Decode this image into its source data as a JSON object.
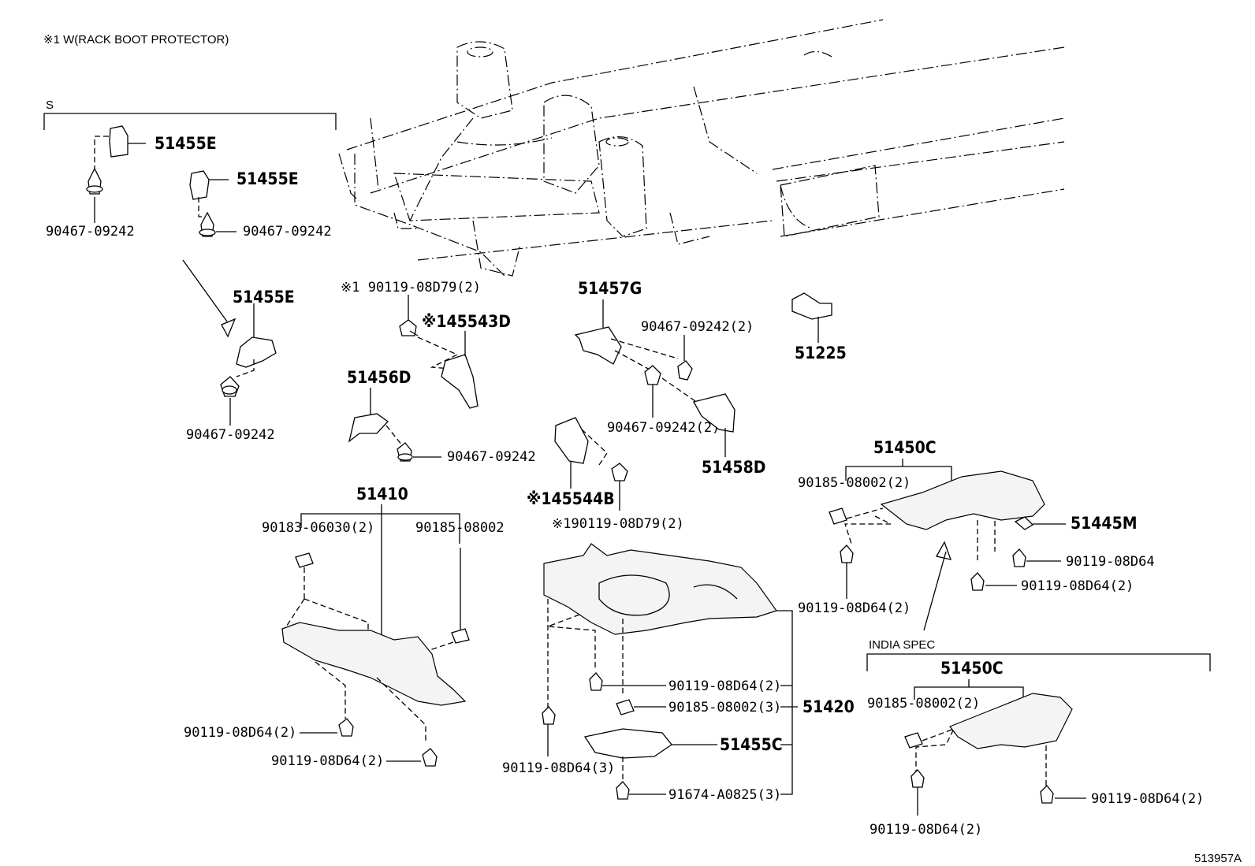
{
  "header": {
    "note": "※1 W(RACK BOOT PROTECTOR)"
  },
  "groups": {
    "s": "S",
    "india": "INDIA SPEC"
  },
  "labels": {
    "p51455E_a": "51455E",
    "p90467_a": "90467-09242",
    "p51455E_b": "51455E",
    "p90467_b": "90467-09242",
    "p51455E_c": "51455E",
    "p90467_c": "90467-09242",
    "p90119_D79_a": "※1 90119-08D79(2)",
    "p45543D": "※145543D",
    "p51456D": "51456D",
    "p90467_d": "90467-09242",
    "p51457G": "51457G",
    "p90467_e": "90467-09242(2)",
    "p90467_f": "90467-09242(2)",
    "p51458D": "51458D",
    "p51225": "51225",
    "p45544B": "※145544B",
    "p90119_D79_b": "※190119-08D79(2)",
    "p51410": "51410",
    "p90183": "90183-06030(2)",
    "p90185_a": "90185-08002",
    "p90119_a": "90119-08D64(2)",
    "p90119_b": "90119-08D64(2)",
    "p51450C_a": "51450C",
    "p90185_b": "90185-08002(2)",
    "p51445M": "51445M",
    "p90119_c": "90119-08D64",
    "p90119_d": "90119-08D64(2)",
    "p90119_e": "90119-08D64(2)",
    "p90119_f": "90119-08D64(2)",
    "p90185_c": "90185-08002(3)",
    "p51420": "51420",
    "p51455C": "51455C",
    "p90119_g": "90119-08D64(3)",
    "p91674": "91674-A0825(3)",
    "p51450C_b": "51450C",
    "p90185_d": "90185-08002(2)",
    "p90119_h": "90119-08D64(2)",
    "p90119_i": "90119-08D64(2)"
  },
  "figure_id": "513957A"
}
